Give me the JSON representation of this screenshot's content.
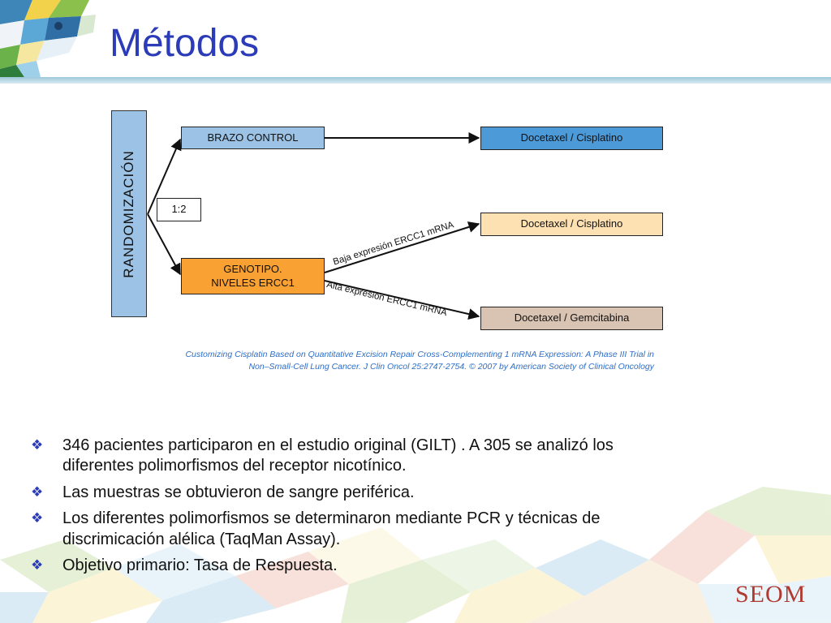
{
  "slide": {
    "title": "Métodos"
  },
  "diagram": {
    "randomization": "RANDOMIZACIÓN",
    "ratio": "1:2",
    "control_arm": "BRAZO CONTROL",
    "genotype_arm_line1": "GENOTIPO.",
    "genotype_arm_line2": "NIVELES ERCC1",
    "control_treatment": "Docetaxel / Cisplatino",
    "low_treatment": "Docetaxel / Cisplatino",
    "high_treatment": "Docetaxel / Gemcitabina",
    "low_expression_label": "Baja expresión ERCC1 mRNA",
    "high_expression_label": "Alta expresión ERCC1 mRNA",
    "colors": {
      "randomization": "#9cc3e5",
      "control_arm": "#9cc3e5",
      "genotype_arm": "#f9a133",
      "control_treatment": "#4d9ad9",
      "low_treatment": "#fde1b3",
      "high_treatment": "#d9c3b2"
    }
  },
  "citation": {
    "line1": "Customizing Cisplatin Based on Quantitative Excision  Repair Cross-Complementing 1 mRNA Expression: A Phase  III Trial in",
    "line2": "Non–Small-Cell Lung Cancer. J Clin Oncol 25:2747-2754. © 2007 by American Society of Clinical Oncology"
  },
  "bullets": [
    {
      "line1": "346 pacientes participaron en el estudio original (GILT) . A  305  se analizó los",
      "line2": "diferentes polimorfismos del receptor nicotínico."
    },
    {
      "line1": "Las muestras se obtuvieron de sangre periférica.",
      "line2": ""
    },
    {
      "line1": " Los diferentes polimorfismos se determinaron mediante PCR y técnicas de",
      "line2": "discrimicación alélica (TaqMan Assay)."
    },
    {
      "line1": "Objetivo primario: Tasa de Respuesta.",
      "line2": ""
    }
  ],
  "bullet_glyph": "❖",
  "footer": {
    "logo": "SEOM"
  }
}
